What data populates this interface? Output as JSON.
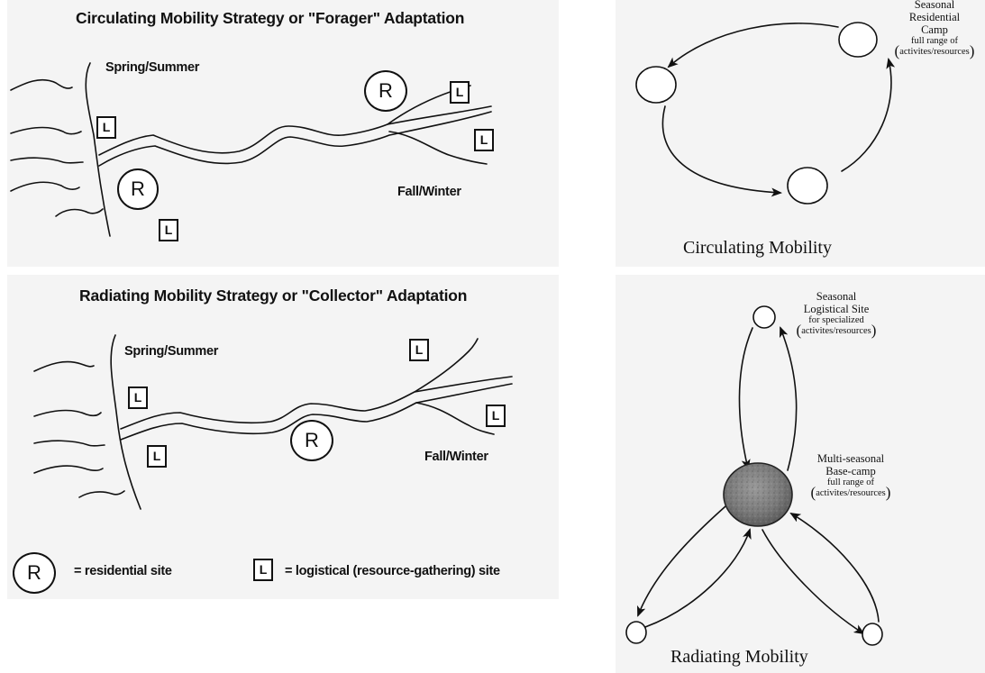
{
  "forager_panel": {
    "title": "Circulating Mobility Strategy or \"Forager\" Adaptation",
    "season_top": "Spring/Summer",
    "season_bottom": "Fall/Winter",
    "residential_symbol": "R",
    "logistical_symbol": "L"
  },
  "collector_panel": {
    "title": "Radiating Mobility Strategy or \"Collector\" Adaptation",
    "season_top": "Spring/Summer",
    "season_bottom": "Fall/Winter",
    "residential_symbol": "R",
    "logistical_symbol": "L"
  },
  "legend": {
    "residential_symbol": "R",
    "residential_label": "= residential site",
    "logistical_symbol": "L",
    "logistical_label": "= logistical (resource-gathering) site"
  },
  "circulating_diagram": {
    "site_line1": "Seasonal",
    "site_line2": "Residential",
    "site_line3": "Camp",
    "site_detail1": "full range of",
    "site_detail2": "activites/resources",
    "caption": "Circulating Mobility"
  },
  "radiating_diagram": {
    "logistical_line1": "Seasonal",
    "logistical_line2": "Logistical Site",
    "logistical_detail1": "for specialized",
    "logistical_detail2": "activites/resources",
    "base_line1": "Multi-seasonal",
    "base_line2": "Base-camp",
    "base_detail1": "full range of",
    "base_detail2": "activites/resources",
    "caption": "Radiating Mobility"
  }
}
